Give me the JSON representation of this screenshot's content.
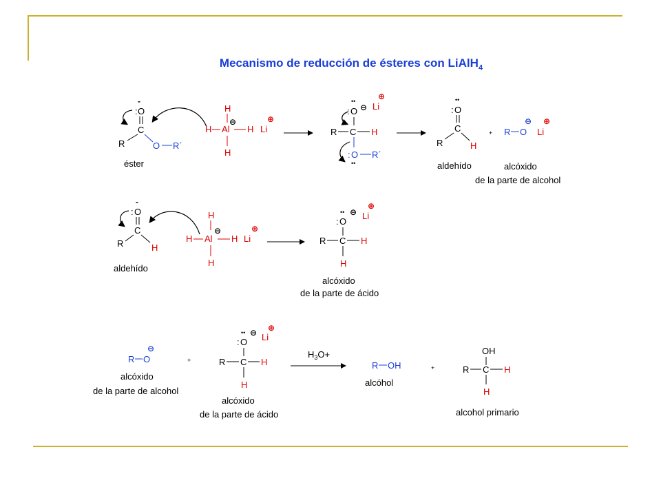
{
  "title": {
    "text": "Mecanismo de reducción de ésteres con LiAlH",
    "sub": "4"
  },
  "theme": {
    "frame_color": "#c9b22e",
    "title_color": "#1a3fd6",
    "red": "#e00000",
    "blue": "#1a3fd6"
  },
  "atoms": {
    "O": "O",
    "C": "C",
    "R": "R",
    "H": "H",
    "Al": "Al",
    "Li": "Li",
    "R_prime": "R´",
    "OH": "OH",
    "minus": "-",
    "plus": "+",
    "oxide_neg": "⊖",
    "cation_pos": "⊕",
    "lone_pair": ":",
    "dots": "••"
  },
  "labels": {
    "ester": "éster",
    "aldehyde": "aldehído",
    "alkoxide": "alcóxido",
    "alcohol_part": "de la parte de alcohol",
    "acid_part": "de la parte de ácido",
    "alcohol": "alcóhol",
    "primary_alcohol": "alcohol primario",
    "reagent": "H3O+",
    "reagent_main": "H",
    "reagent_sub": "3",
    "reagent_tail": "O+"
  }
}
